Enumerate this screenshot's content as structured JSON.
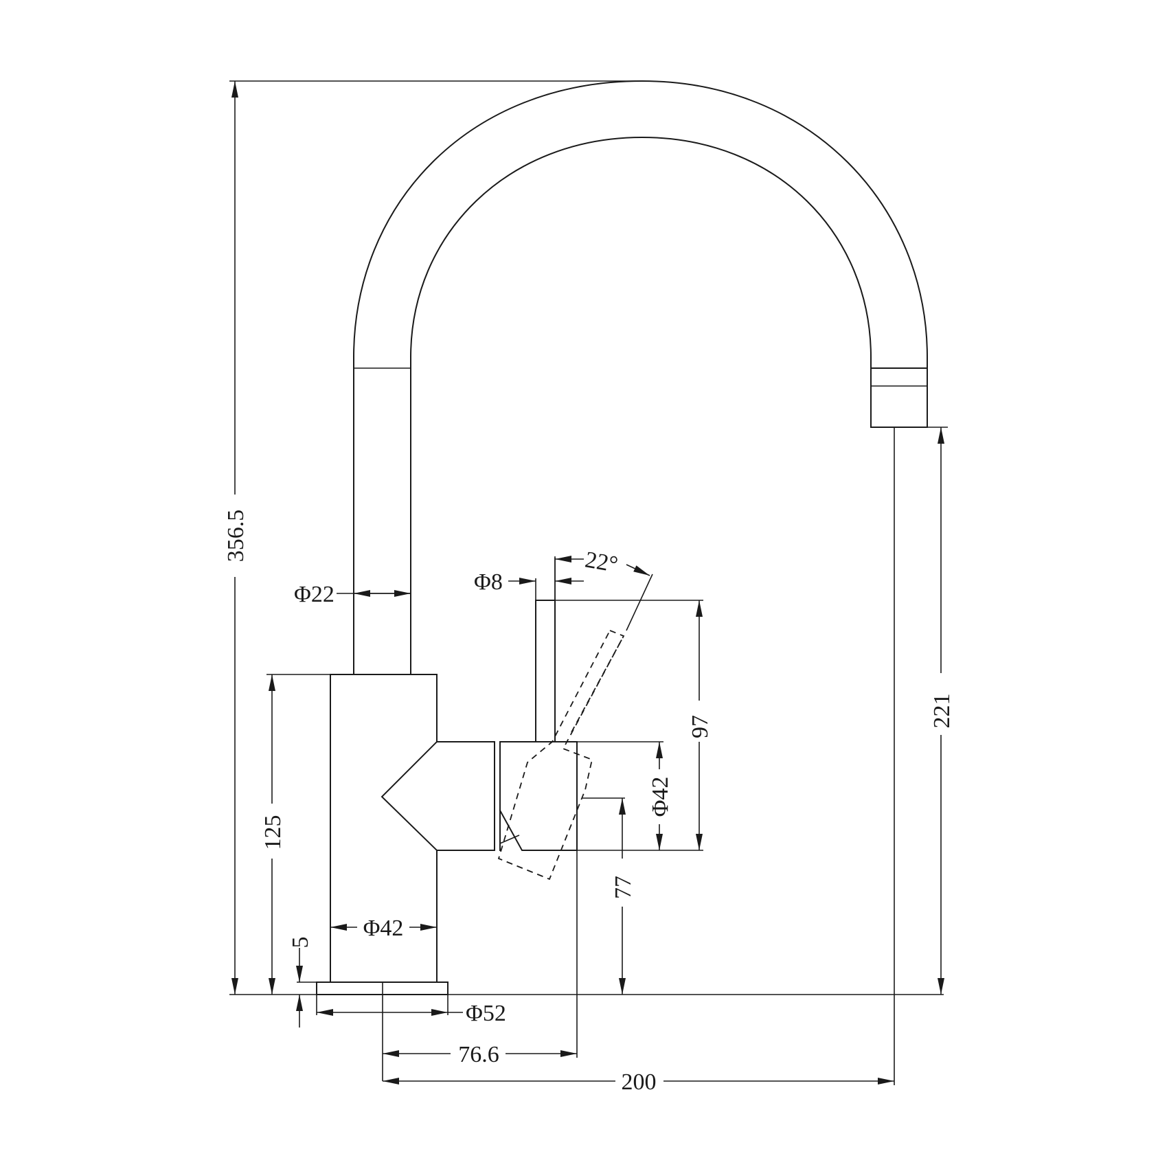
{
  "drawing": {
    "line_color": "#1a1a1a",
    "background": "#ffffff",
    "dimensions": {
      "total_height": "356.5",
      "spout_height": "221",
      "body_height": "125",
      "base_thickness": "5",
      "lever_height": "97",
      "lever_pivot_height": "77",
      "spout_diameter": "Φ22",
      "lever_pin_diameter": "Φ8",
      "lever_angle": "22°",
      "cartridge_diameter": "Φ42",
      "body_diameter": "Φ42",
      "base_diameter": "Φ52",
      "lever_reach": "76.6",
      "spout_reach": "200"
    }
  }
}
